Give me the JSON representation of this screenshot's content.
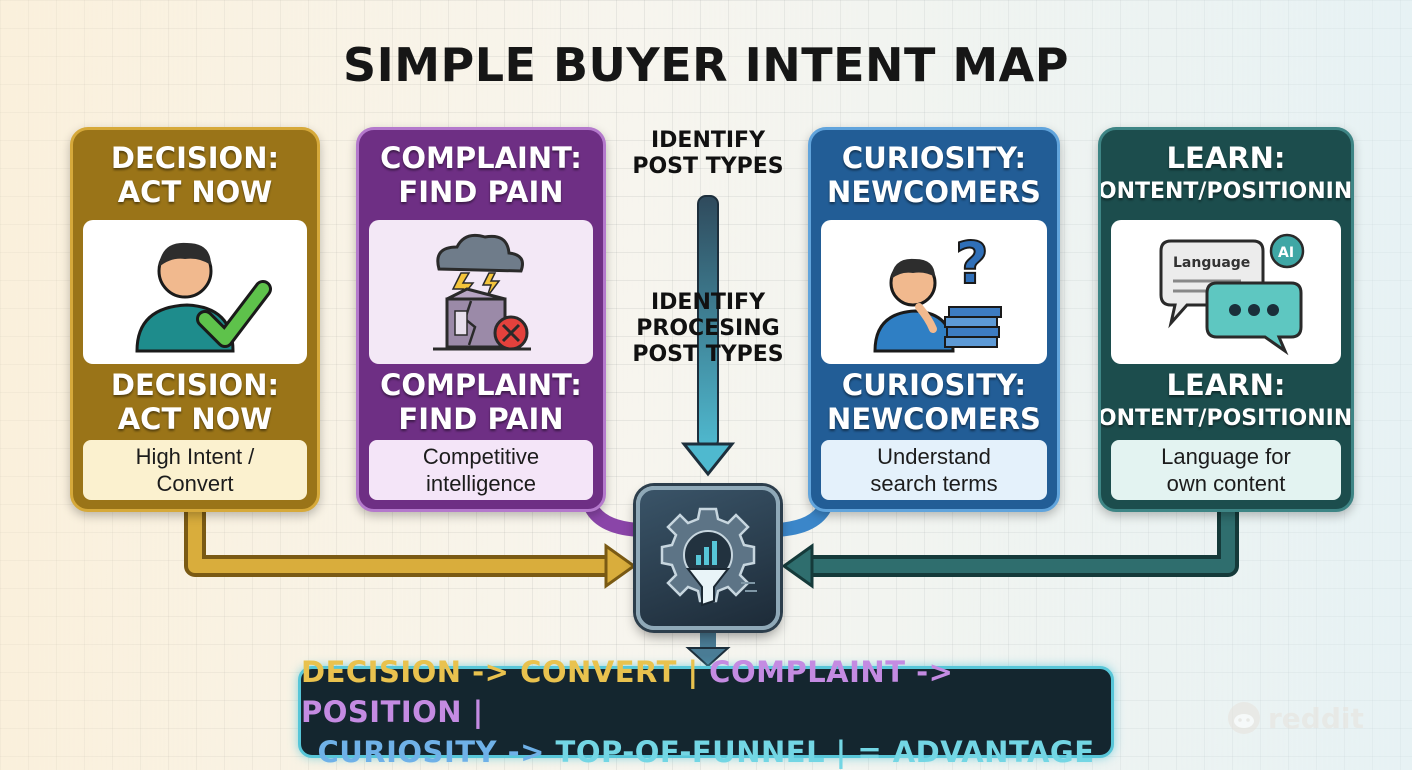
{
  "title": "SIMPLE BUYER INTENT MAP",
  "cards": [
    {
      "head_line1": "DECISION:",
      "head_line2": "ACT NOW",
      "sub_line1": "DECISION:",
      "sub_line2": "ACT NOW",
      "desc_line1": "High Intent /",
      "desc_line2": "Convert",
      "icon": "person-checkmark-icon",
      "color": "#9a7418"
    },
    {
      "head_line1": "COMPLAINT:",
      "head_line2": "FIND PAIN",
      "sub_line1": "COMPLAINT:",
      "sub_line2": "FIND PAIN",
      "desc_line1": "Competitive",
      "desc_line2": "intelligence",
      "icon": "storm-broken-box-icon",
      "color": "#6e2f84"
    },
    {
      "head_line1": "CURIOSITY:",
      "head_line2": "NEWCOMERS",
      "sub_line1": "CURIOSITY:",
      "sub_line2": "NEWCOMERS",
      "desc_line1": "Understand",
      "desc_line2": "search terms",
      "icon": "thinking-person-books-icon",
      "color": "#225d96"
    },
    {
      "head_line1": "LEARN:",
      "head_line2": "CONTENT/POSITIONING",
      "sub_line1": "LEARN:",
      "sub_line2": "CONTENT/POSITIONING",
      "desc_line1": "Language for",
      "desc_line2": "own content",
      "icon": "speech-bubbles-ai-icon",
      "bubble_text": "Language",
      "ai_text": "AI",
      "color": "#1c4d4d"
    }
  ],
  "center": {
    "label_top_line1": "IDENTIFY",
    "label_top_line2": "POST TYPES",
    "label_mid_line1": "IDENTIFY",
    "label_mid_line2": "PROCESING",
    "label_mid_line3": "POST TYPES",
    "hub_icon": "gear-funnel-chart-icon"
  },
  "banner": {
    "line1_a": "DECISION ->",
    "line1_b": " CONVERT |",
    "line1_c": " COMPLAINT ->",
    "line1_d": " POSITION |",
    "line2_a": "CURIOSITY ->",
    "line2_b": " TOP-OF-FUNNEL | = ADVANTAGE"
  },
  "watermark": {
    "text": "reddit",
    "icon": "reddit-icon"
  }
}
